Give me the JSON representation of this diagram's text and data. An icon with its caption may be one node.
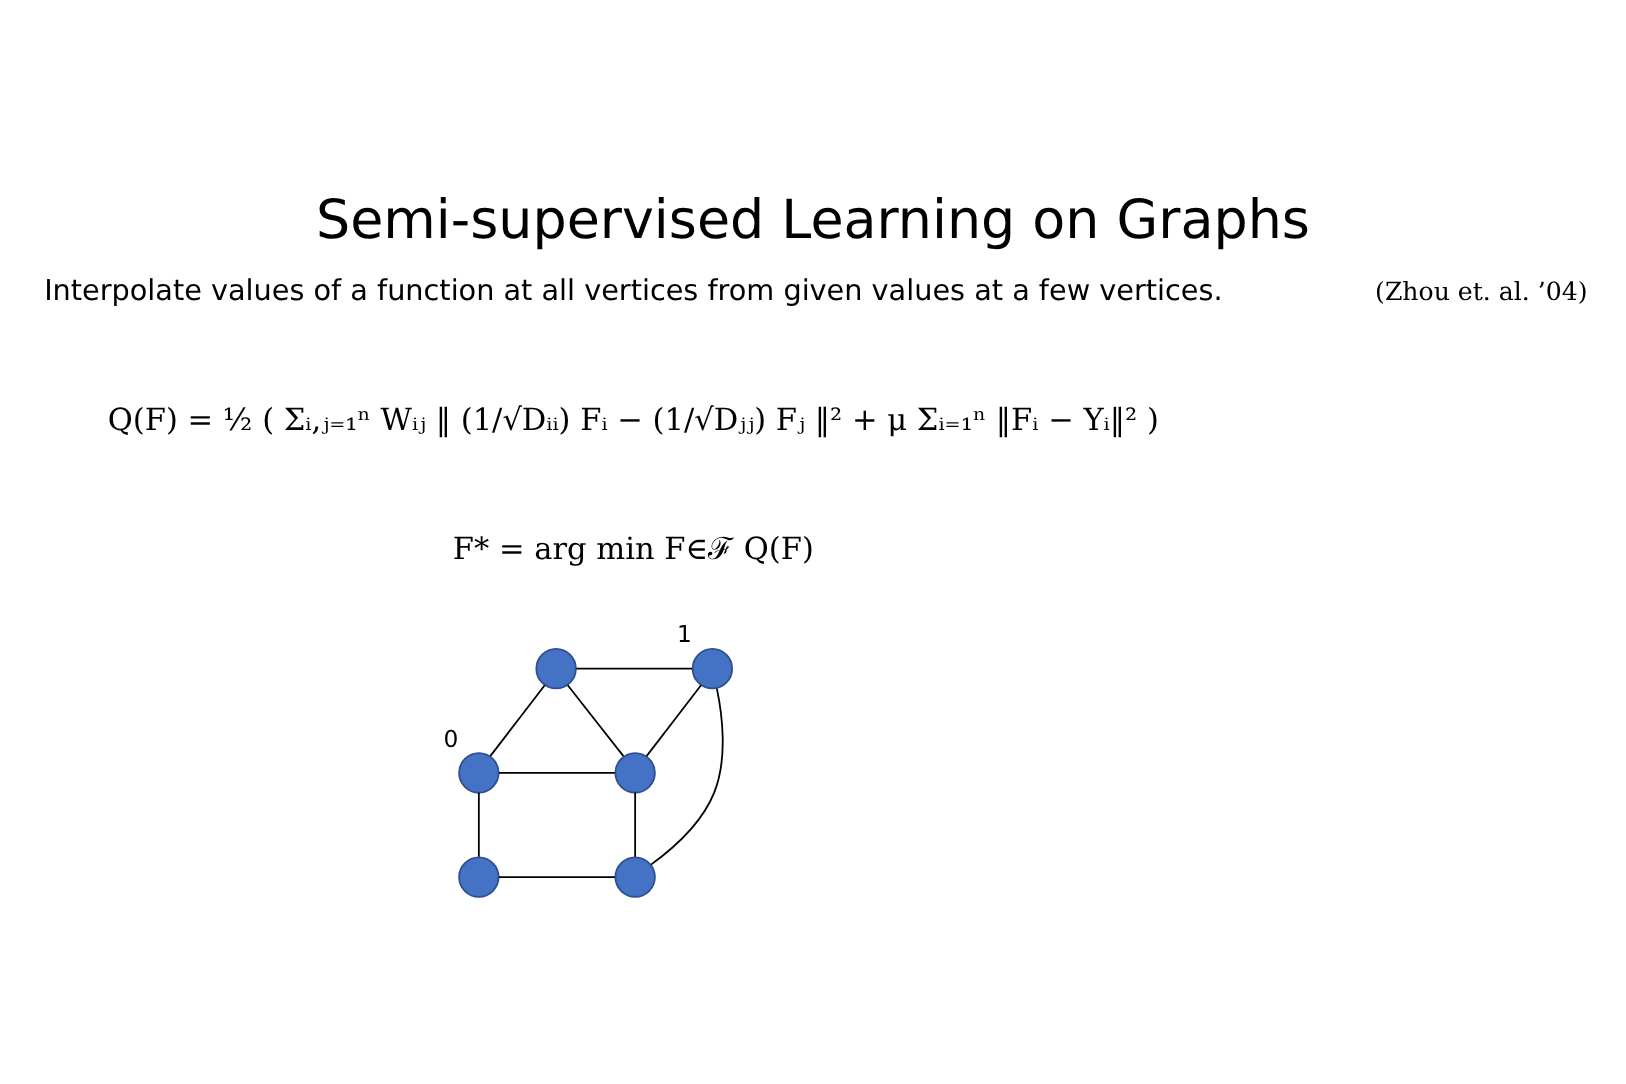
{
  "diagram": {
    "title": "Semi-supervised Learning on Graphs",
    "nodes": [
      {
        "text": [],
        "shape": "circle"
      },
      {
        "text": [],
        "shape": "circle",
        "beside": [
          "1"
        ]
      },
      {
        "text": [],
        "shape": "circle",
        "beside": [
          "0"
        ]
      },
      {
        "text": [],
        "shape": "circle"
      },
      {
        "text": [],
        "shape": "circle"
      },
      {
        "text": [],
        "shape": "circle"
      }
    ],
    "edges": [
      {
        "from": 2,
        "to": 0,
        "arrow": "none"
      },
      {
        "from": 2,
        "to": 3,
        "arrow": "none"
      },
      {
        "from": 2,
        "to": 4,
        "arrow": "none"
      },
      {
        "from": 0,
        "to": 1,
        "arrow": "none"
      },
      {
        "from": 0,
        "to": 3,
        "arrow": "none"
      },
      {
        "from": 3,
        "to": 1,
        "arrow": "none"
      },
      {
        "from": 3,
        "to": 5,
        "arrow": "none"
      },
      {
        "from": 4,
        "to": 5,
        "arrow": "none"
      },
      {
        "from": 1,
        "to": 5,
        "arrow": "none"
      }
    ],
    "labels": [
      "Interpolate values of a function at all vertices from given values at a few vertices.",
      "(Zhou et. al. ’04)",
      "Q(F) = ½ ( Σᵢ,ⱼ₌₁ⁿ Wᵢⱼ ‖ (1/√Dᵢᵢ) Fᵢ − (1/√Dⱼⱼ) Fⱼ ‖² + μ Σᵢ₌₁ⁿ ‖Fᵢ − Yᵢ‖² )",
      "F* = arg min F∈ℱ Q(F)"
    ]
  }
}
